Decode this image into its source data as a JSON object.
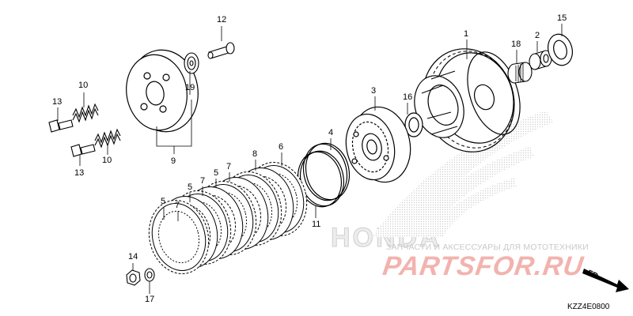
{
  "diagram": {
    "code": "KZZ4E0800",
    "direction_label": "FR."
  },
  "watermark": {
    "honda_text": "HONDA",
    "shop_caption": "ЗАПЧАСТИ И АКСЕССУАРЫ ДЛЯ МОТОТЕХНИКИ",
    "shop_brand": "PARTSFOR.RU",
    "shop_brand_color": "#f2b3ae"
  },
  "callouts": {
    "c1": "1",
    "c2": "2",
    "c3": "3",
    "c4": "4",
    "c5a": "5",
    "c5b": "5",
    "c5c": "5",
    "c6": "6",
    "c7a": "7",
    "c7b": "7",
    "c7c": "7",
    "c8": "8",
    "c9": "9",
    "c10a": "10",
    "c10b": "10",
    "c11": "11",
    "c12": "12",
    "c13a": "13",
    "c13b": "13",
    "c14": "14",
    "c15": "15",
    "c16": "16",
    "c17": "17",
    "c18": "18",
    "c19": "19"
  }
}
